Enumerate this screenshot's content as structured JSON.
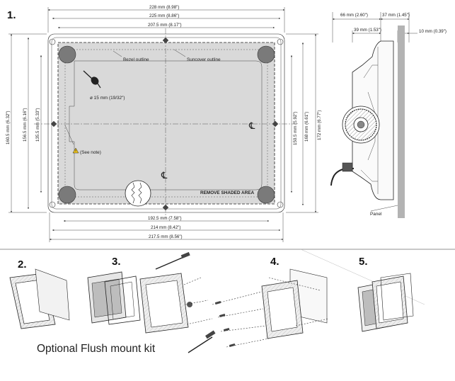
{
  "steps": [
    "1.",
    "2.",
    "3.",
    "4.",
    "5."
  ],
  "dimensions": {
    "top": [
      "228 mm (8.98\")",
      "225 mm (8.86\")",
      "207.5 mm (8.17\")"
    ],
    "bottom": [
      "192.5 mm (7.58\")",
      "214 mm (8.42\")",
      "217.5 mm (8.56\")"
    ],
    "left": [
      "160.5 mm (6.32\")",
      "156.5 mm (6.16\")",
      "135.5 mm (5.33\")"
    ],
    "right": [
      "150.5 mm (5.92\")",
      "168 mm (6.61\")",
      "172 mm (6.77\")"
    ],
    "side": [
      "66 mm (2.60\")",
      "37 mm (1.45\")",
      "39 mm (1.53\")",
      "10 mm (0.39\")"
    ]
  },
  "labels": {
    "bezel": "Bezel outline",
    "suncover": "Suncover outline",
    "hole": "ø 15 mm (19/32\")",
    "note": "(See note)",
    "remove": "REMOVE SHADED AREA",
    "panel": "Panel",
    "centerline": "℄"
  },
  "caption": "Optional Flush mount kit",
  "colors": {
    "shaded": "#d9d9d9",
    "panel": "#b3b3b3",
    "line": "#222222"
  }
}
